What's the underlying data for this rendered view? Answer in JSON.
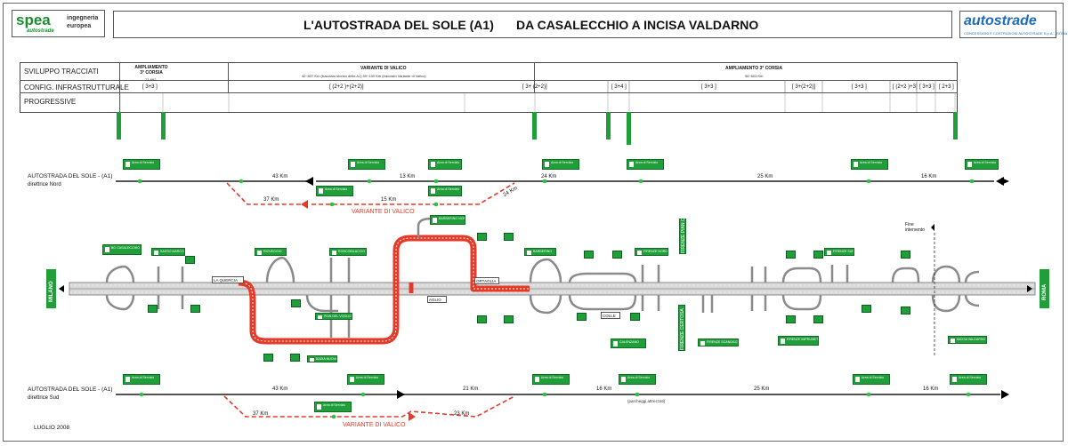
{
  "header": {
    "logo_main": "spea",
    "logo_sub": "autostrade",
    "logo_caption_1": "ingegneria",
    "logo_caption_2": "europea",
    "title_left": "L'AUTOSTRADA DEL SOLE (A1)",
    "title_right": "DA CASALECCHIO A INCISA VALDARNO",
    "brand": "autostrade",
    "brand_caption": "CONCESSIONI E COSTRUZIONI AUTOSTRADE S.p.A. - ROMA"
  },
  "table": {
    "row_labels": [
      "SVILUPPO TRACCIATI",
      "CONFIG. INFRASTRUTTURALE",
      "PROGRESSIVE"
    ],
    "sections": [
      {
        "title": "AMPLIAMENTO 3° CORSIA",
        "sub": "23-692"
      },
      {
        "title": "VARIANTE DI VALICO",
        "sub": "42÷837 Km (tracciato storico della A1)      59÷130 Km (tracciato Variante di Valico)"
      },
      {
        "title": "AMPLIAMENTO 3° CORSIA",
        "sub": "56÷803 Km"
      }
    ],
    "configs": [
      "[ 3+3 ]",
      "[ (2+2 )+(2+2)]",
      "[ 3+ (2+2)]",
      "[ 3+4 ]",
      "[ 3+3 ]",
      "[ 3+(2+2)]",
      "[ 3+3 ]",
      "[ (2+2 )+3]",
      "[ 3+3 ]",
      "[ 2+3 ]"
    ]
  },
  "north": {
    "label": "AUTOSTRADA DEL SOLE - (A1)",
    "direction": "direttrice Nord",
    "distances": [
      "43 Km",
      "13 Km",
      "24 Km",
      "25 Km",
      "16 Km"
    ],
    "valico_distances": [
      "37 Km",
      "15 Km",
      "24 Km"
    ],
    "valico_label": "VARIANTE DI VALICO"
  },
  "south": {
    "label": "AUTOSTRADA DEL SOLE - (A1)",
    "direction": "direttrice Sud",
    "distances": [
      "43 Km",
      "21 Km",
      "16 Km",
      "25 Km",
      "16 Km"
    ],
    "note": "(parcheggi attrezzati)",
    "valico_distances": [
      "37 Km",
      "23 Km"
    ],
    "valico_label": "VARIANTE DI VALICO"
  },
  "places": {
    "milano": "MILANO",
    "roma": "ROMA",
    "la_quercia": "LA QUERCIA",
    "aglio": "AGLIO",
    "ortaglia": "ORTAGLIA",
    "colle": "COLLE",
    "fine_intervento": "Fine intervento",
    "incisa": "INCISA VALDARNO",
    "firenze_nord": "FIRENZE NORD",
    "firenze_sud": "FIRENZE SUD",
    "calenzano": "CALENZANO",
    "barberino": "BARBERINO",
    "roncobilaccio": "RONCOBILACCIO",
    "rioveggio": "RIOVEGGIO",
    "sasso_marconi": "SASSO MARCONI",
    "badia_nuova": "BADIA NUOVA",
    "firenze_certosa": "FIRENZE CERTOSA",
    "firenze_scandicci": "FIRENZE SCANDICCI",
    "firenze_impruneta": "FIRENZE IMPRUNETA",
    "area_servizio": "Area di Servizio",
    "pian_del_voglio": "PIAN DEL VOGLIO",
    "bo_casalecchio": "BO CASALECCHIO",
    "barberino_nord": "BARBERINO NORD",
    "firenze_pian_cd": "FIRENZE PIAN CD"
  },
  "footer": {
    "date": "LUGLIO 2008"
  },
  "colors": {
    "sign_green": "#1f9e3a",
    "brand_blue": "#1d6bbf",
    "valico_red": "#e63a28",
    "road_gray": "#8c8c8c"
  }
}
